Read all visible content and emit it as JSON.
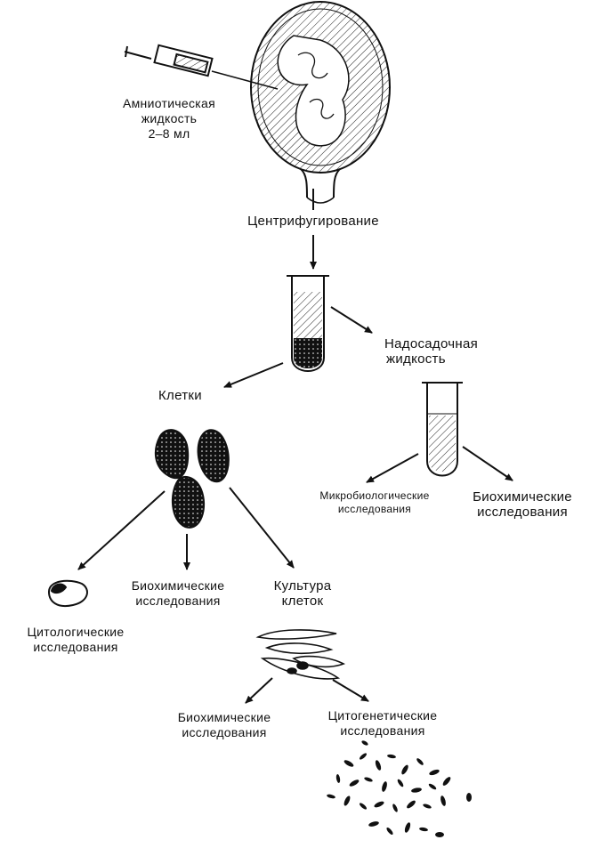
{
  "labels": {
    "amniotic": {
      "line1": "Амниотическая",
      "line2": "жидкость",
      "line3": "2–8 мл"
    },
    "centrifugation": "Центрифугирование",
    "supernatant": {
      "line1": "Надосадочная",
      "line2": "жидкость"
    },
    "cells": "Клетки",
    "microbio": {
      "line1": "Микробиологические",
      "line2": "исследования"
    },
    "biochem_supernatant": {
      "line1": "Биохимические",
      "line2": "исследования"
    },
    "cytological": {
      "line1": "Цитологические",
      "line2": "исследования"
    },
    "biochem_cells": {
      "line1": "Биохимические",
      "line2": "исследования"
    },
    "cell_culture": {
      "line1": "Культура",
      "line2": "клеток"
    },
    "biochem_culture": {
      "line1": "Биохимические",
      "line2": "исследования"
    },
    "cytogenetic": {
      "line1": "Цитогенетические",
      "line2": "исследования"
    }
  }
}
